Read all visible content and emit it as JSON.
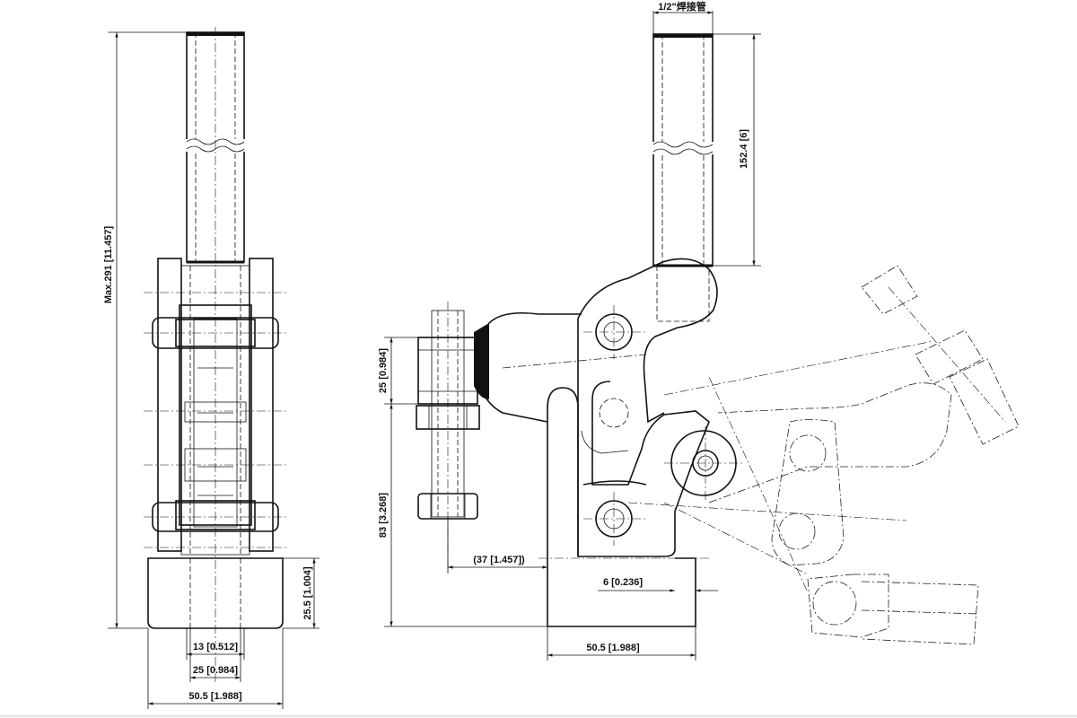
{
  "dimensions": {
    "max_height": "Max.291 [11.457]",
    "base_height": "25.5 [1.004]",
    "width_13": "13 [0.512]",
    "width_25": "25 [0.984]",
    "width_505_front": "50.5 [1.988]",
    "pipe_label": "1/2\"焊接管",
    "handle_length": "152.4 [6]",
    "spindle_25": "25 [0.984]",
    "height_83": "83 [3.268]",
    "reach_37": "(37 [1.457])",
    "gap_6": "6 [0.236]",
    "base_505_side": "50.5 [1.988]"
  }
}
